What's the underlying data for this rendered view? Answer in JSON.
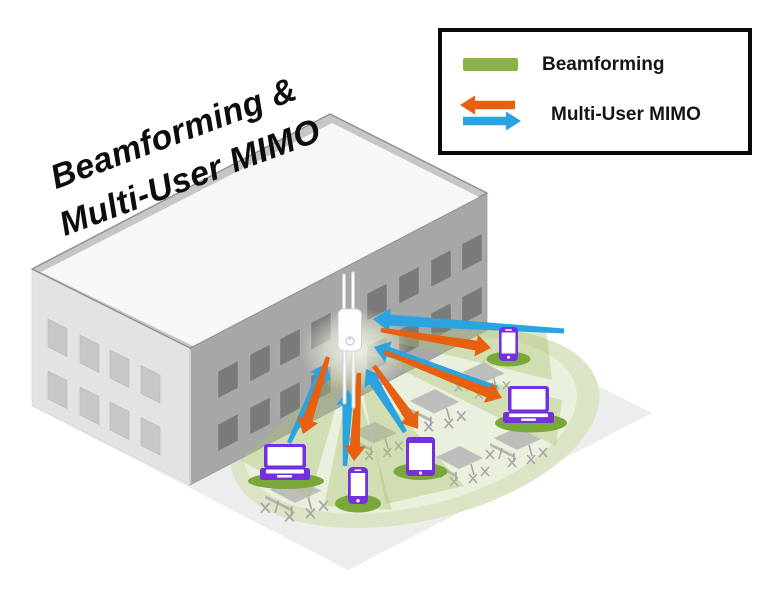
{
  "title": {
    "line1": "Beamforming &",
    "line2": "Multi-User MIMO"
  },
  "legend": {
    "items": [
      {
        "label": "Beamforming",
        "icon": "beamforming-green-bar"
      },
      {
        "label": "Multi-User MIMO",
        "icon": "orange-left-arrow-and-blue-right-arrow"
      }
    ]
  },
  "palette": {
    "beamforming_green": "#8cb148",
    "downlink_orange": "#e6600f",
    "uplink_blue": "#2aa3df",
    "device_purple": "#7430e0",
    "device_pad_green": "#78a73a",
    "coverage_green_light": "#eaf0de",
    "coverage_green_edge": "#d9e3c0",
    "beam_cone_green": "#a9bf72",
    "building_front_wall": "#a7a7a7",
    "building_side_wall": "#e3e3e3",
    "building_roof": "#f7f7f7",
    "window_front": "#7a7a7a",
    "window_side": "#c7c7c7",
    "ground_gray": "#ededed",
    "table_gray": "#b8b8b8",
    "ap_white": "#fdfdfd"
  },
  "scene": {
    "access_point": {
      "name": "outdoor-wifi-access-point"
    },
    "devices": [
      {
        "name": "laptop-left",
        "type": "laptop"
      },
      {
        "name": "smartphone-center",
        "type": "smartphone"
      },
      {
        "name": "tablet-center",
        "type": "tablet"
      },
      {
        "name": "smartphone-right",
        "type": "smartphone"
      },
      {
        "name": "laptop-right",
        "type": "laptop"
      }
    ],
    "links": [
      {
        "device": "laptop-left",
        "dir": "uplink",
        "from": [
          289,
          443
        ],
        "to": [
          327,
          363
        ]
      },
      {
        "device": "laptop-left",
        "dir": "downlink",
        "from": [
          328,
          357
        ],
        "to": [
          303,
          434
        ]
      },
      {
        "device": "smartphone-center",
        "dir": "uplink",
        "from": [
          345,
          466
        ],
        "to": [
          348,
          390
        ]
      },
      {
        "device": "smartphone-center",
        "dir": "downlink",
        "from": [
          359,
          373
        ],
        "to": [
          354,
          461
        ]
      },
      {
        "device": "tablet-center",
        "dir": "uplink",
        "from": [
          405,
          432
        ],
        "to": [
          366,
          369
        ]
      },
      {
        "device": "tablet-center",
        "dir": "downlink",
        "from": [
          374,
          366
        ],
        "to": [
          418,
          429
        ]
      },
      {
        "device": "smartphone-right",
        "dir": "uplink",
        "from": [
          564,
          331
        ],
        "to": [
          373,
          319
        ]
      },
      {
        "device": "smartphone-right",
        "dir": "downlink",
        "from": [
          381,
          330
        ],
        "to": [
          491,
          348
        ]
      },
      {
        "device": "laptop-right",
        "dir": "uplink",
        "from": [
          497,
          388
        ],
        "to": [
          374,
          347
        ]
      },
      {
        "device": "laptop-right",
        "dir": "downlink",
        "from": [
          384,
          352
        ],
        "to": [
          502,
          398
        ]
      }
    ],
    "front_windows": {
      "cols": [
        218,
        250,
        280,
        311,
        367,
        399,
        431,
        462
      ],
      "row_offsets": [
        38,
        91
      ]
    },
    "side_windows": {
      "cols": [
        48,
        80,
        110,
        141
      ],
      "row_offsets": [
        42,
        94
      ]
    },
    "tables": [
      [
        434,
        404,
        1.05
      ],
      [
        459,
        460,
        1
      ],
      [
        517,
        441,
        1
      ],
      [
        483,
        375,
        0.9
      ],
      [
        295,
        493,
        1.1
      ],
      [
        374,
        435,
        0.95
      ]
    ]
  }
}
